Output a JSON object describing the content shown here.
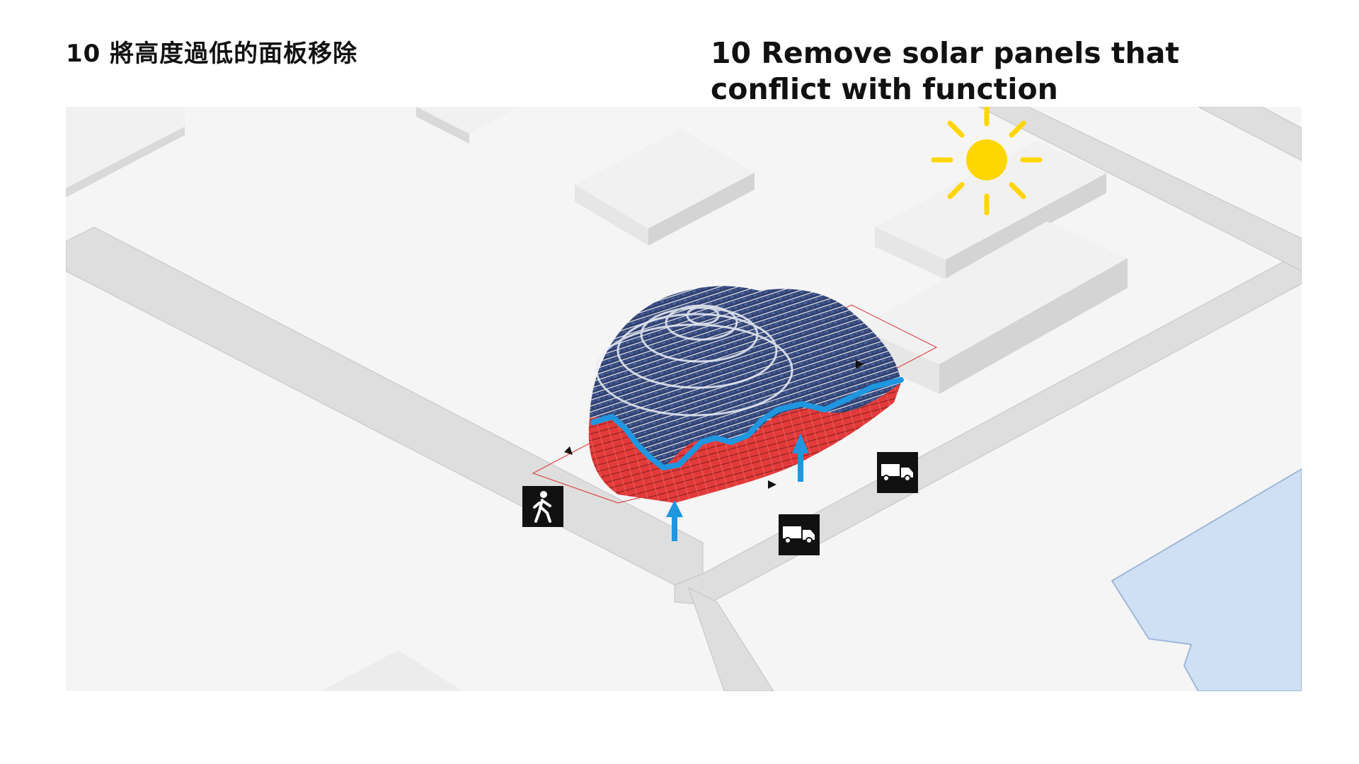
{
  "title_zh": "10 將高度過低的面板移除",
  "title_en": "10 Remove solar panels that conflict with function",
  "icons": [
    {
      "name": "pedestrian-icon",
      "meaning": "pedestrian"
    },
    {
      "name": "truck-icon",
      "meaning": "truck"
    },
    {
      "name": "truck-icon",
      "meaning": "truck"
    },
    {
      "name": "sun-icon",
      "meaning": "sun"
    }
  ],
  "colors": {
    "ground": "#f5f5f5",
    "road": "#dedede",
    "building_top": "#f1f1f1",
    "building_side": "#d9d9d9",
    "panels_kept": "#2f3f6e",
    "panels_removed": "#e23a3a",
    "cut_line": "#1f96e0",
    "sun": "#ffd600",
    "water": "#cfe0f5"
  }
}
